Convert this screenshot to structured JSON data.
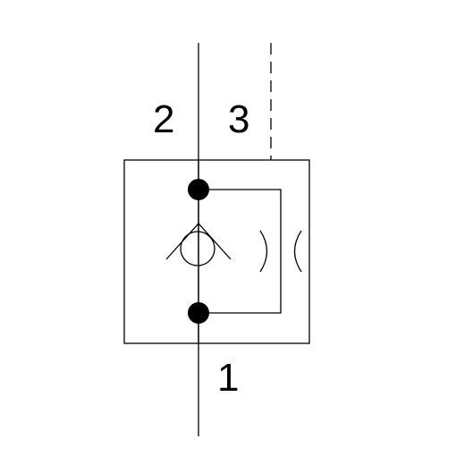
{
  "ports": {
    "port_2": "2",
    "port_3": "3",
    "port_1": "1"
  },
  "colors": {
    "line": "#000000",
    "background": "#ffffff"
  },
  "symbols": {
    "check_valve": "check-valve-icon",
    "orifice": "orifice-restrictor-icon",
    "junction": "junction-dot-icon"
  }
}
